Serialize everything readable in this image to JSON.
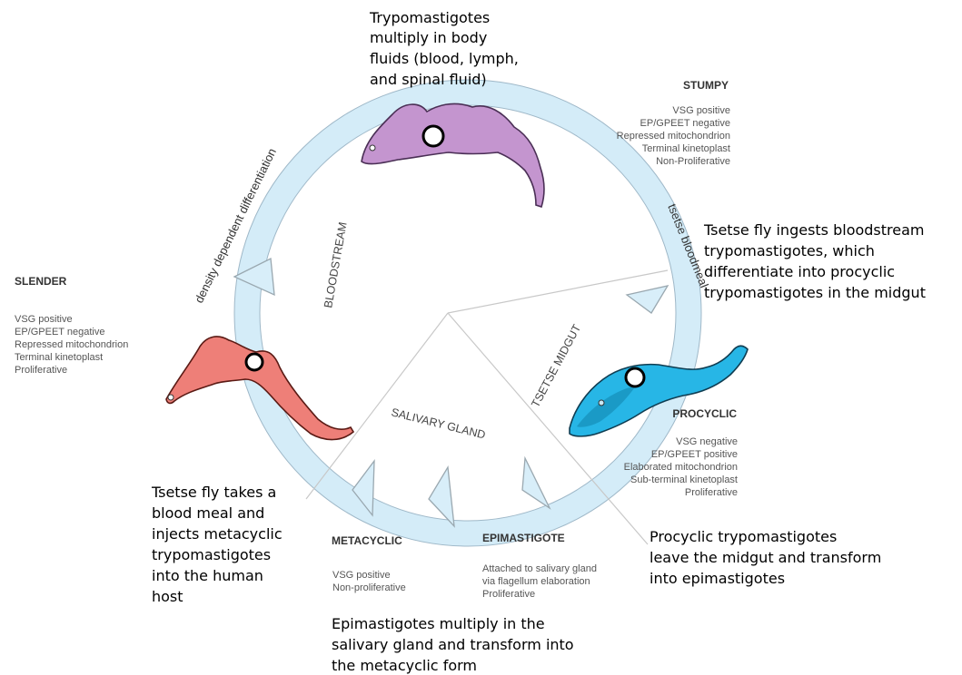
{
  "notes": {
    "bloodstream_multiply": [
      "Trypomastigotes",
      "multiply in body",
      "fluids (blood, lymph,",
      "and spinal fluid)"
    ],
    "tsetse_ingests": [
      "Tsetse fly ingests bloodstream",
      "trypomastigotes, which",
      "differentiate into procyclic",
      "trypomastigotes in the midgut"
    ],
    "tsetse_blood_meal": [
      "Tsetse fly takes a",
      "blood meal and",
      "injects metacyclic",
      "trypomastigotes",
      "into the human",
      "host"
    ],
    "procyclic_leave": [
      "Procyclic trypomastigotes",
      "leave the midgut and transform",
      "into epimastigotes"
    ],
    "epimastigotes_multiply": [
      "Epimastigotes multiply in the",
      "salivary gland and transform into",
      "the metacyclic form"
    ]
  },
  "stages": {
    "stumpy": {
      "title": "STUMPY",
      "features": [
        "VSG positive",
        "EP/GPEET negative",
        "Repressed mitochondrion",
        "Terminal kinetoplast",
        "Non-Proliferative"
      ]
    },
    "slender": {
      "title": "SLENDER",
      "features": [
        "VSG positive",
        "EP/GPEET negative",
        "Repressed mitochondrion",
        "Terminal kinetoplast",
        "Proliferative"
      ]
    },
    "procyclic": {
      "title": "PROCYCLIC",
      "features": [
        "VSG negative",
        "EP/GPEET positive",
        "Elaborated mitochondrion",
        "Sub-terminal kinetoplast",
        "Proliferative"
      ]
    },
    "metacyclic": {
      "title": "METACYCLIC",
      "features": [
        "VSG positive",
        "Non-proliferative"
      ]
    },
    "epimastigote": {
      "title": "EPIMASTIGOTE",
      "features": [
        "Attached to salivary gland",
        "via flagellum elaboration",
        "Proliferative"
      ]
    }
  },
  "regions": {
    "bloodstream": "BLOODSTREAM",
    "tsetse_midgut": "TSETSE MIDGUT",
    "salivary_gland": "SALIVARY GLAND"
  },
  "arc_labels": {
    "density": "density dependent differentiation",
    "bloodmeal": "tsetse bloodmeal"
  },
  "colors": {
    "ring": "#d4ecf8",
    "ring_stroke": "#9fb8c8",
    "stumpy": "#c495cf",
    "slender": "#ee7f78",
    "procyclic": "#27b6e6"
  }
}
